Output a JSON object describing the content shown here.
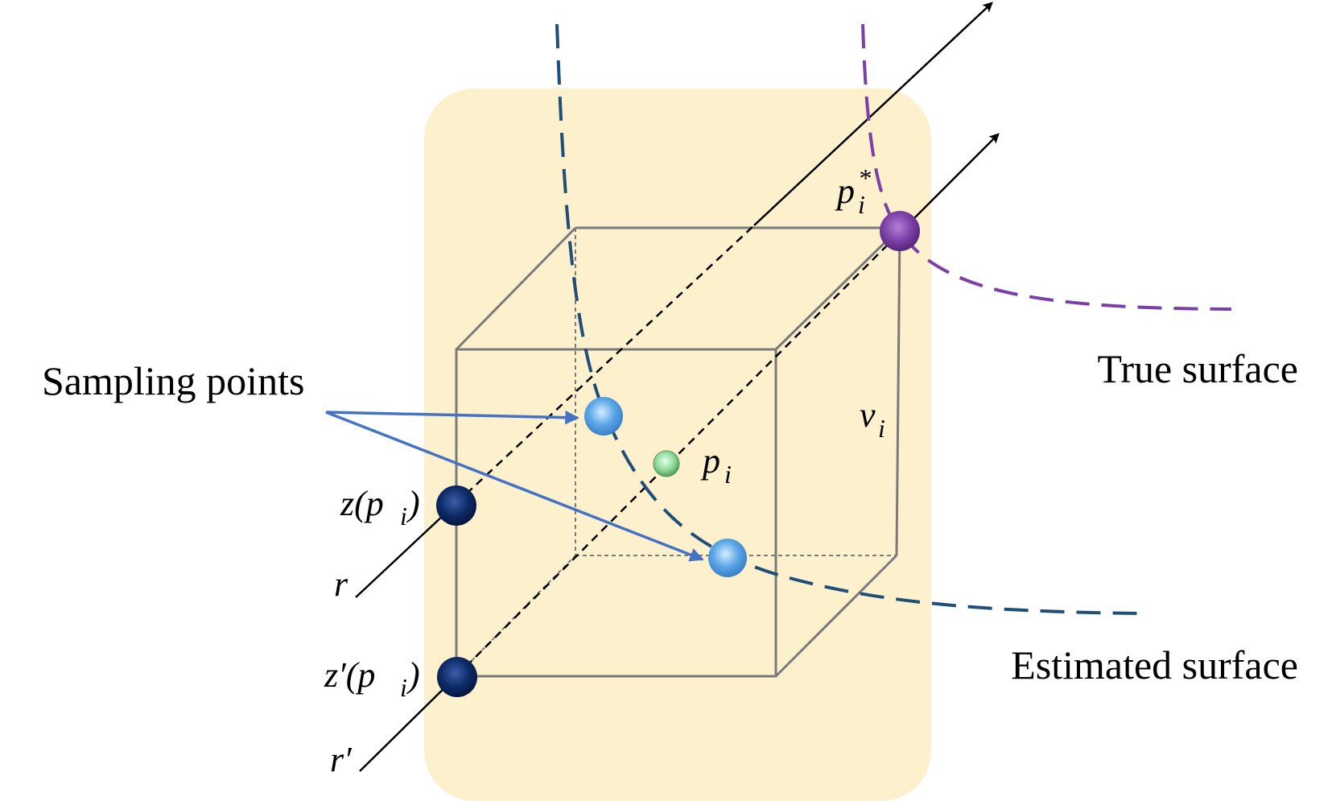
{
  "labels": {
    "sampling_points": "Sampling points",
    "true_surface": "True surface",
    "estimated_surface": "Estimated surface",
    "p_i": "p",
    "p_i_sub": "i",
    "p_star": "p",
    "p_star_sub": "i",
    "p_star_sup": "*",
    "v_i": "v",
    "v_i_sub": "i",
    "z_pi_open": "z(p",
    "z_pi_sub": "i",
    "z_pi_close": ")",
    "zprime_pi_open": "z′(p",
    "zprime_pi_sub": "i",
    "zprime_pi_close": ")",
    "r": "r",
    "r_prime": "r′"
  },
  "colors": {
    "voxel_background": "#fdf0cc",
    "cube_edge": "#7a7a7a",
    "true_surface": "#7b3fa6",
    "estimated_surface": "#1f4e79",
    "sampling_point": "#5ba7e8",
    "z_point": "#0d2a66",
    "p_i_point": "#8fd99a",
    "pointer_arrow": "#4472c4",
    "ray": "#000000"
  }
}
